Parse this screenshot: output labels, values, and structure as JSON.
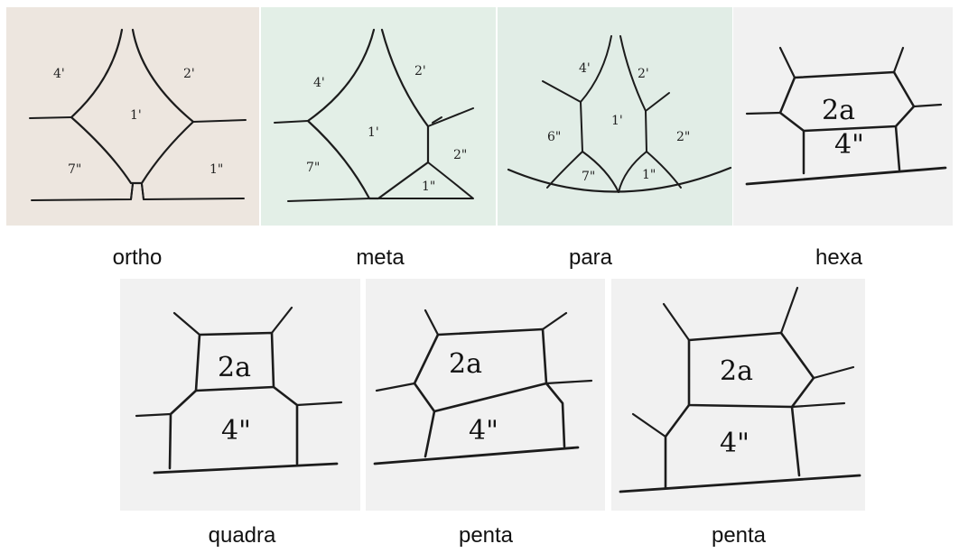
{
  "panels": [
    {
      "caption": "ortho",
      "labels": [
        "4'",
        "2'",
        "1'",
        "7\"",
        "1\""
      ]
    },
    {
      "caption": "meta",
      "labels": [
        "4'",
        "2'",
        "1'",
        "7\"",
        "2\"",
        "1\""
      ]
    },
    {
      "caption": "para",
      "labels": [
        "4'",
        "2'",
        "1'",
        "6\"",
        "2\"",
        "7\"",
        "1\""
      ]
    },
    {
      "caption": "hexa",
      "labels": [
        "2a",
        "4\""
      ]
    },
    {
      "caption": "quadra",
      "labels": [
        "2a",
        "4\""
      ]
    },
    {
      "caption": "penta",
      "labels": [
        "2a",
        "4\""
      ]
    },
    {
      "caption": "penta",
      "labels": [
        "2a",
        "4\""
      ]
    }
  ],
  "colors": {
    "panel_ortho_bg": "#ede6df",
    "panel_meta_bg": "#e3efe7",
    "panel_para_bg": "#e1ede6",
    "panel_gray_bg": "#f1f1f1",
    "line": "#1c1c1c"
  }
}
